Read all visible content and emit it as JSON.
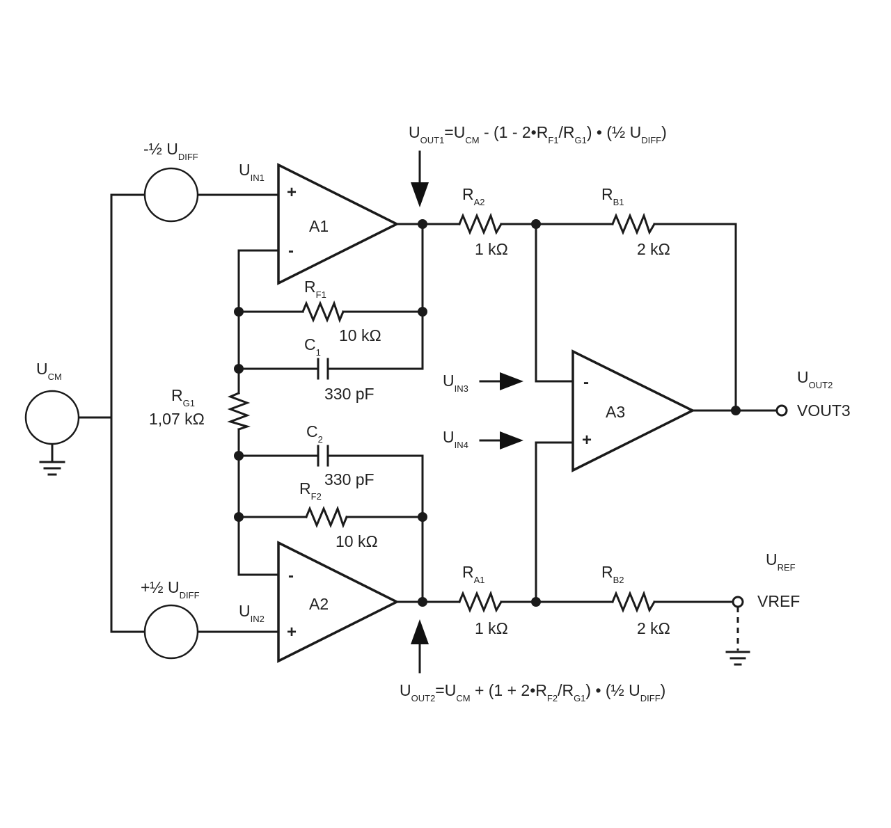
{
  "sources": {
    "minus_half_diff": {
      "main": "-½ U",
      "sub": "DIFF"
    },
    "plus_half_diff": {
      "main": "+½ U",
      "sub": "DIFF"
    },
    "common_mode": {
      "main": "U",
      "sub": "CM"
    }
  },
  "inputs": {
    "in1": {
      "main": "U",
      "sub": "IN1"
    },
    "in2": {
      "main": "U",
      "sub": "IN2"
    },
    "in3": {
      "main": "U",
      "sub": "IN3"
    },
    "in4": {
      "main": "U",
      "sub": "IN4"
    }
  },
  "amplifiers": {
    "a1": {
      "name": "A1",
      "plus": "+",
      "minus": "-"
    },
    "a2": {
      "name": "A2",
      "plus": "+",
      "minus": "-"
    },
    "a3": {
      "name": "A3",
      "plus": "+",
      "minus": "-"
    }
  },
  "components": {
    "rf1": {
      "main": "R",
      "sub": "F1",
      "value": "10 kΩ"
    },
    "rf2": {
      "main": "R",
      "sub": "F2",
      "value": "10 kΩ"
    },
    "c1": {
      "main": "C",
      "sub": "1",
      "value": "330 pF"
    },
    "c2": {
      "main": "C",
      "sub": "2",
      "value": "330 pF"
    },
    "rg1": {
      "main": "R",
      "sub": "G1",
      "value": "1,07 kΩ"
    },
    "ra2": {
      "main": "R",
      "sub": "A2",
      "value": "1 kΩ"
    },
    "ra1": {
      "main": "R",
      "sub": "A1",
      "value": "1 kΩ"
    },
    "rb1": {
      "main": "R",
      "sub": "B1",
      "value": "2 kΩ"
    },
    "rb2": {
      "main": "R",
      "sub": "B2",
      "value": "2 kΩ"
    }
  },
  "equations": {
    "uout1": {
      "p1": "U",
      "s1": "OUT1",
      "p2": "=U",
      "s2": "CM",
      "p3": " - (1 - 2•R",
      "s3": "F1",
      "p4": "/R",
      "s4": "G1",
      "p5": ") • (½ U",
      "s5": "DIFF",
      "p6": ")"
    },
    "uout2": {
      "p1": "U",
      "s1": "OUT2",
      "p2": "=U",
      "s2": "CM",
      "p3": " + (1 + 2•R",
      "s3": "F2",
      "p4": "/R",
      "s4": "G1",
      "p5": ") • (½ U",
      "s5": "DIFF",
      "p6": ")"
    }
  },
  "outputs": {
    "vout3_label": {
      "main": "U",
      "sub": "OUT2"
    },
    "vout3_name": "VOUT3",
    "vref_label": {
      "main": "U",
      "sub": "REF"
    },
    "vref_name": "VREF"
  }
}
